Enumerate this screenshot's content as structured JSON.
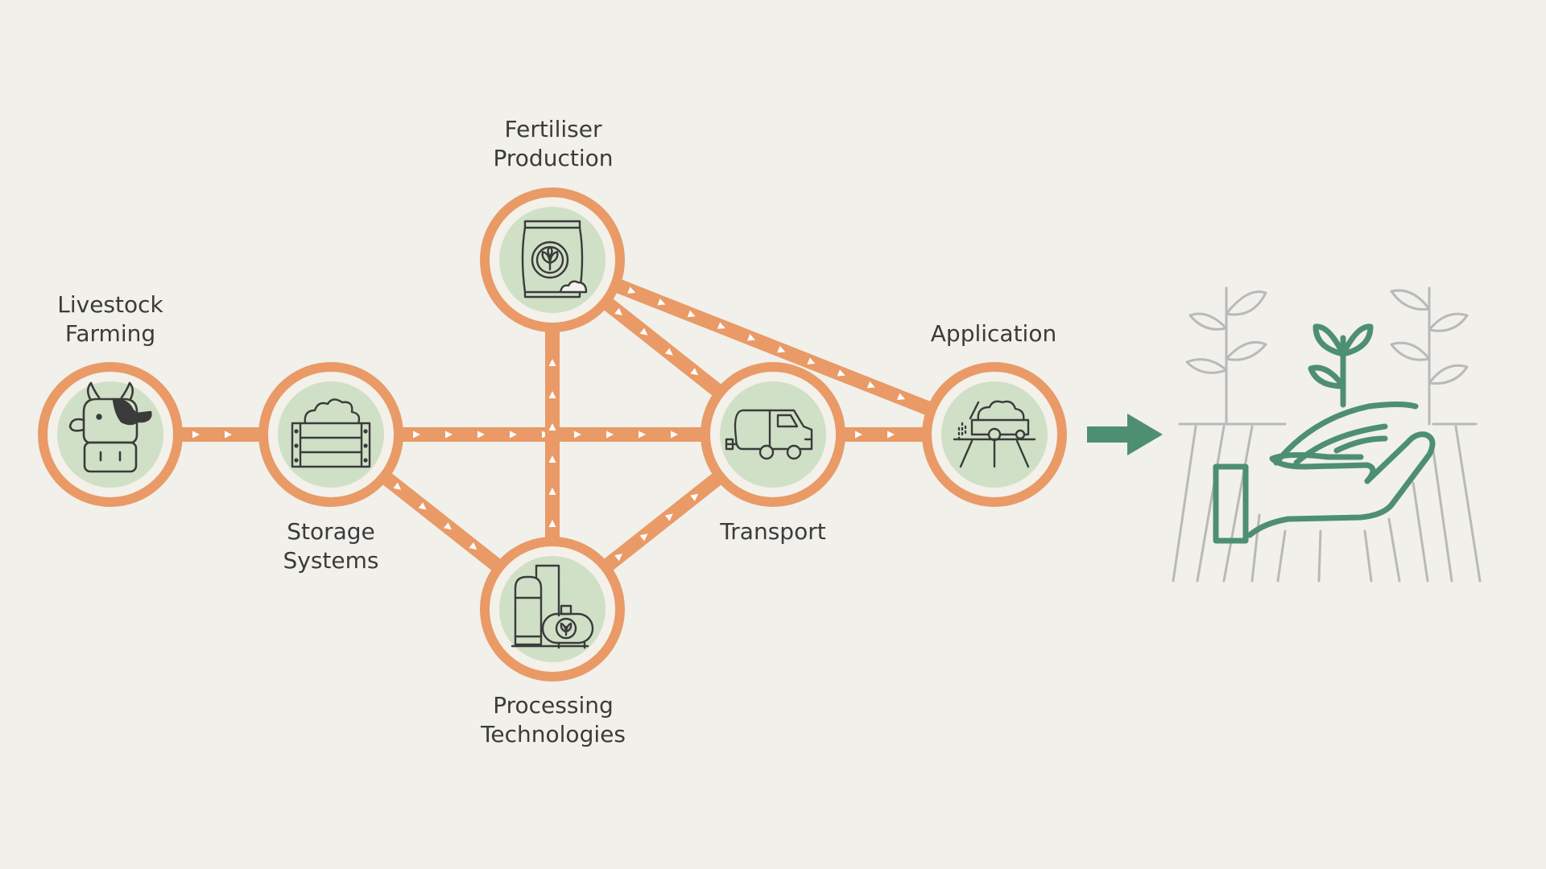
{
  "colors": {
    "background": "#f1f0eb",
    "connector": "#e99a66",
    "connector_arrow": "#ffffff",
    "node_ring": "#e99a66",
    "node_fill": "#cfe0c7",
    "node_halo": "#f3f1ea",
    "icon_stroke": "#3b3b3b",
    "result_green": "#4e8f72",
    "result_grey": "#b8b9b9",
    "label_text": "#3b3b3b"
  },
  "nodes": {
    "livestock": {
      "label": "Livestock\nFarming",
      "icon": "cow-icon"
    },
    "storage": {
      "label": "Storage\nSystems",
      "icon": "storage-crate-icon"
    },
    "fertiliser": {
      "label": "Fertiliser\nProduction",
      "icon": "fertiliser-bag-icon"
    },
    "processing": {
      "label": "Processing\nTechnologies",
      "icon": "processing-plant-icon"
    },
    "transport": {
      "label": "Transport",
      "icon": "truck-icon"
    },
    "application": {
      "label": "Application",
      "icon": "spreader-icon"
    }
  },
  "edges": [
    {
      "from": "livestock",
      "to": "storage"
    },
    {
      "from": "storage",
      "to": "transport"
    },
    {
      "from": "storage",
      "to": "processing"
    },
    {
      "from": "processing",
      "to": "fertiliser"
    },
    {
      "from": "processing",
      "to": "transport"
    },
    {
      "from": "fertiliser",
      "to": "transport"
    },
    {
      "from": "fertiliser",
      "to": "application"
    },
    {
      "from": "transport",
      "to": "application"
    }
  ],
  "outcome": {
    "arrow_icon": "arrow-right-icon",
    "icon": "hand-holding-seedling-icon"
  }
}
